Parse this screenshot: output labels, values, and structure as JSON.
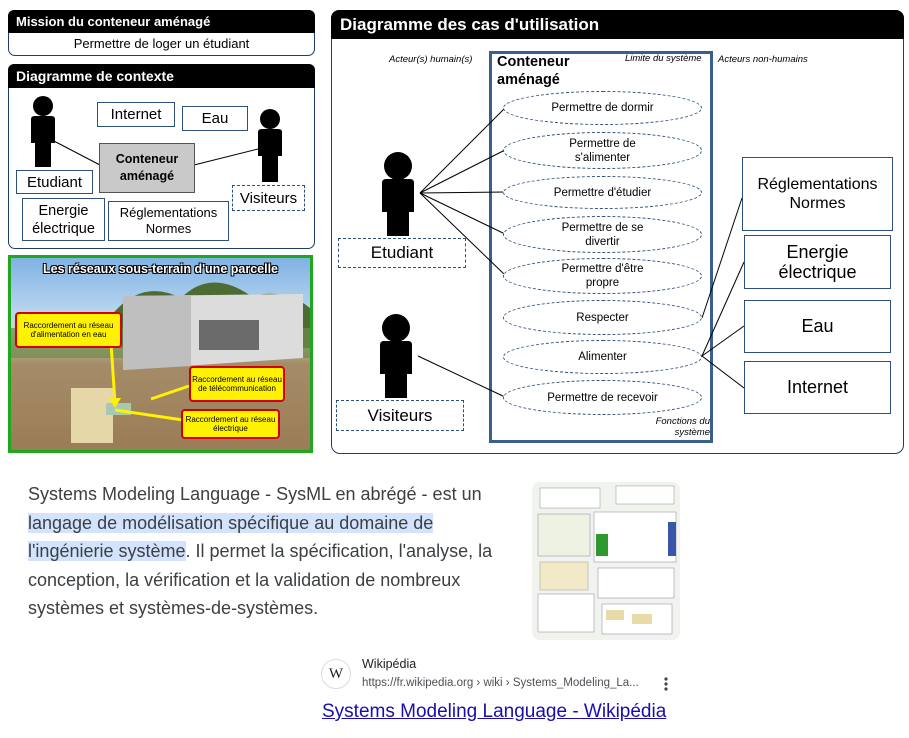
{
  "mission": {
    "title": "Mission du conteneur aménagé",
    "text": "Permettre de loger un étudiant"
  },
  "context": {
    "title": "Diagramme de contexte",
    "center": "Conteneur aménagé",
    "internet": "Internet",
    "eau": "Eau",
    "etudiant": "Etudiant",
    "visiteurs": "Visiteurs",
    "energie": "Energie électrique",
    "reglementations": "Réglementations Normes"
  },
  "photo": {
    "title": "Les réseaux sous-terrain d'une parcelle",
    "callout_eau": "Raccordement au réseau d'alimentation en eau",
    "callout_telecom": "Raccordement au réseau de télécommunication",
    "callout_elec": "Raccordement au réseau électrique"
  },
  "usecase": {
    "title": "Diagramme des cas d'utilisation",
    "label_humans": "Acteur(s) humain(s)",
    "label_limit": "Limite du système",
    "label_nonhumans": "Acteurs non-humains",
    "label_functions": "Fonctions du système",
    "system_name": "Conteneur aménagé",
    "actor_etudiant": "Etudiant",
    "actor_visiteurs": "Visiteurs",
    "cases": [
      "Permettre de dormir",
      "Permettre de s'alimenter",
      "Permettre d'étudier",
      "Permettre de se divertir",
      "Permettre d'être propre",
      "Respecter",
      "Alimenter",
      "Permettre de recevoir"
    ],
    "nonhuman_actors": [
      "Réglementations Normes",
      "Energie électrique",
      "Eau",
      "Internet"
    ]
  },
  "search": {
    "snippet_pre": "Systems Modeling Language - SysML en abrégé - est un ",
    "snippet_highlight": "langage de modélisation spécifique au domaine de l'ingénierie système",
    "snippet_post": ". Il permet la spécification, l'analyse, la conception, la vérification et la validation de nombreux systèmes et systèmes-de-systèmes.",
    "source_name": "Wikipédia",
    "source_url": "https://fr.wikipedia.org › wiki › Systems_Modeling_La...",
    "favicon_letter": "W",
    "result_title": "Systems Modeling Language - Wikipédia",
    "more_icon": "more-vert-icon"
  },
  "colors": {
    "frame": "#1f3d66",
    "photo_border": "#1ea81e",
    "callout_fill": "#fff200",
    "callout_border": "#d40000",
    "link": "#1a0dab",
    "highlight": "#d3e3fd"
  }
}
